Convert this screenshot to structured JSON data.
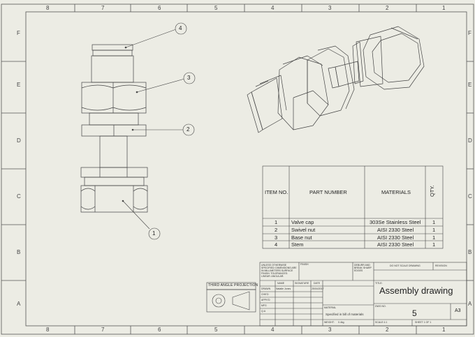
{
  "zones": {
    "columns": [
      "8",
      "7",
      "6",
      "5",
      "4",
      "3",
      "2",
      "1"
    ],
    "rows": [
      "F",
      "E",
      "D",
      "C",
      "B",
      "A"
    ]
  },
  "balloons": [
    "4",
    "3",
    "2",
    "1"
  ],
  "bom": {
    "headers": {
      "item": "ITEM NO.",
      "part": "PART NUMBER",
      "material": "MATERIALS",
      "qty": "QTY."
    },
    "rows": [
      {
        "item": "1",
        "part": "Valve cap",
        "material": "303Se Stainless Steel",
        "qty": "1"
      },
      {
        "item": "2",
        "part": "Swivel nut",
        "material": "AISI 2330 Steel",
        "qty": "1"
      },
      {
        "item": "3",
        "part": "Base nut",
        "material": "AISI 2330 Steel",
        "qty": "1"
      },
      {
        "item": "4",
        "part": "Stem",
        "material": "AISI 2330 Steel",
        "qty": "1"
      }
    ]
  },
  "projection": {
    "label": "THIRD ANGLE PROJECTION"
  },
  "title_block": {
    "title": "Assembly drawing",
    "sheet_number": "5",
    "size": "A3",
    "spec_note": "Specified in bill of materials",
    "notes_block": "UNLESS OTHERWISE SPECIFIED: DIMENSIONS ARE IN MILLIMETERS SURFACE FINISH: TOLERANCES: LINEAR: ANGULAR:",
    "finish": "FINISH",
    "deburr": "DEBURR AND BREAK SHARP EDGES",
    "do_not_scale": "DO NOT SCALE DRAWING",
    "revision": "REVISION",
    "name_h": "NAME",
    "signature_h": "SIGNATURE",
    "date_h": "DATE",
    "drawn_by": "DRAWN",
    "drawn_name": "Natalie Jones",
    "drawn_date": "25/04/2017",
    "rows_left": [
      "CHK'D",
      "APPV'D",
      "MFG",
      "Q.A"
    ],
    "material_h": "MATERIAL",
    "title_h": "TITLE:",
    "dwg_no_h": "DWG NO.",
    "weight_h": "WEIGHT:",
    "weight_val": "0.4kg",
    "scale_h": "SCALE:1:1",
    "sheet_h": "SHEET 1 OF 1"
  }
}
